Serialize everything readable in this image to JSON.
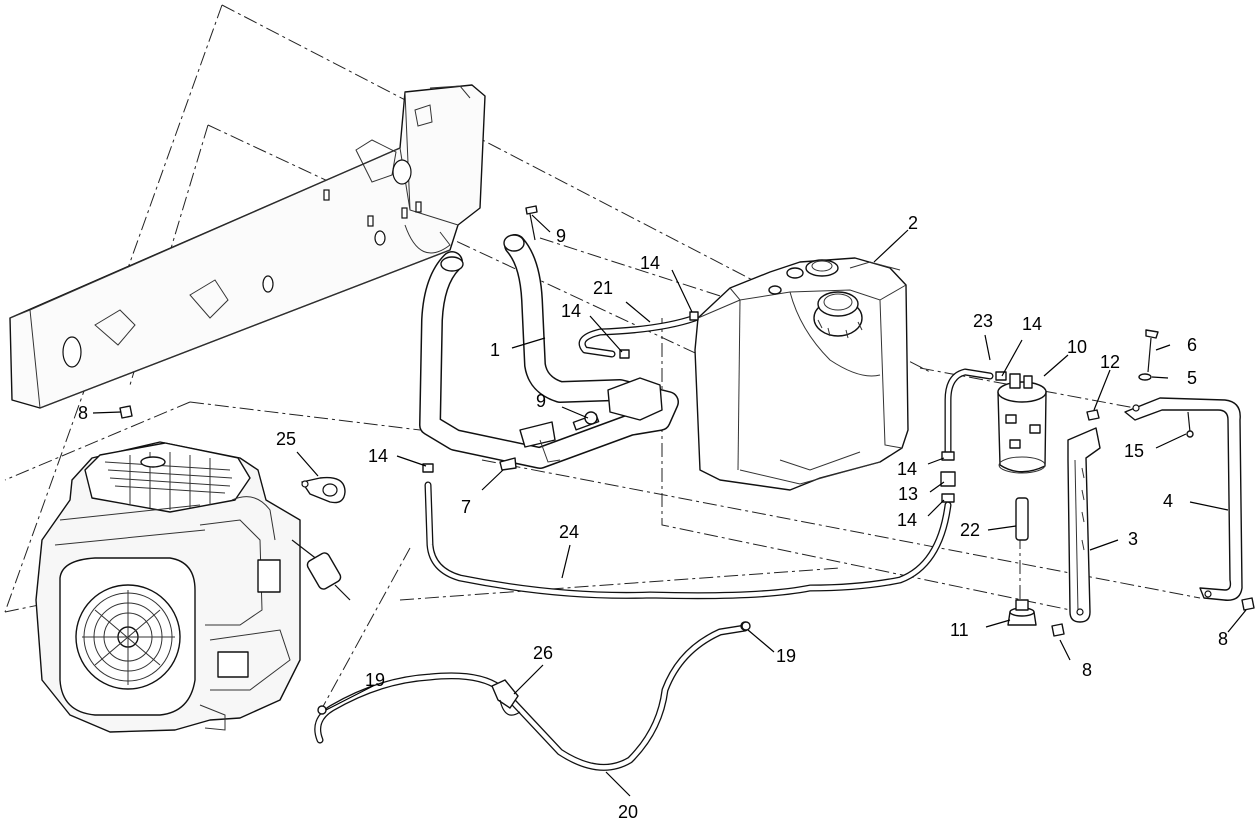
{
  "callouts": [
    {
      "id": "c1",
      "label": "1"
    },
    {
      "id": "c2",
      "label": "2"
    },
    {
      "id": "c3",
      "label": "3"
    },
    {
      "id": "c4",
      "label": "4"
    },
    {
      "id": "c5",
      "label": "5"
    },
    {
      "id": "c6",
      "label": "6"
    },
    {
      "id": "c7",
      "label": "7"
    },
    {
      "id": "c8a",
      "label": "8"
    },
    {
      "id": "c8b",
      "label": "8"
    },
    {
      "id": "c8c",
      "label": "8"
    },
    {
      "id": "c9a",
      "label": "9"
    },
    {
      "id": "c9b",
      "label": "9"
    },
    {
      "id": "c10",
      "label": "10"
    },
    {
      "id": "c11",
      "label": "11"
    },
    {
      "id": "c12",
      "label": "12"
    },
    {
      "id": "c13",
      "label": "13"
    },
    {
      "id": "c14a",
      "label": "14"
    },
    {
      "id": "c14b",
      "label": "14"
    },
    {
      "id": "c14c",
      "label": "14"
    },
    {
      "id": "c14d",
      "label": "14"
    },
    {
      "id": "c14e",
      "label": "14"
    },
    {
      "id": "c14f",
      "label": "14"
    },
    {
      "id": "c15",
      "label": "15"
    },
    {
      "id": "c19a",
      "label": "19"
    },
    {
      "id": "c19b",
      "label": "19"
    },
    {
      "id": "c20",
      "label": "20"
    },
    {
      "id": "c21",
      "label": "21"
    },
    {
      "id": "c22",
      "label": "22"
    },
    {
      "id": "c23",
      "label": "23"
    },
    {
      "id": "c24",
      "label": "24"
    },
    {
      "id": "c25",
      "label": "25"
    },
    {
      "id": "c26",
      "label": "26"
    }
  ]
}
